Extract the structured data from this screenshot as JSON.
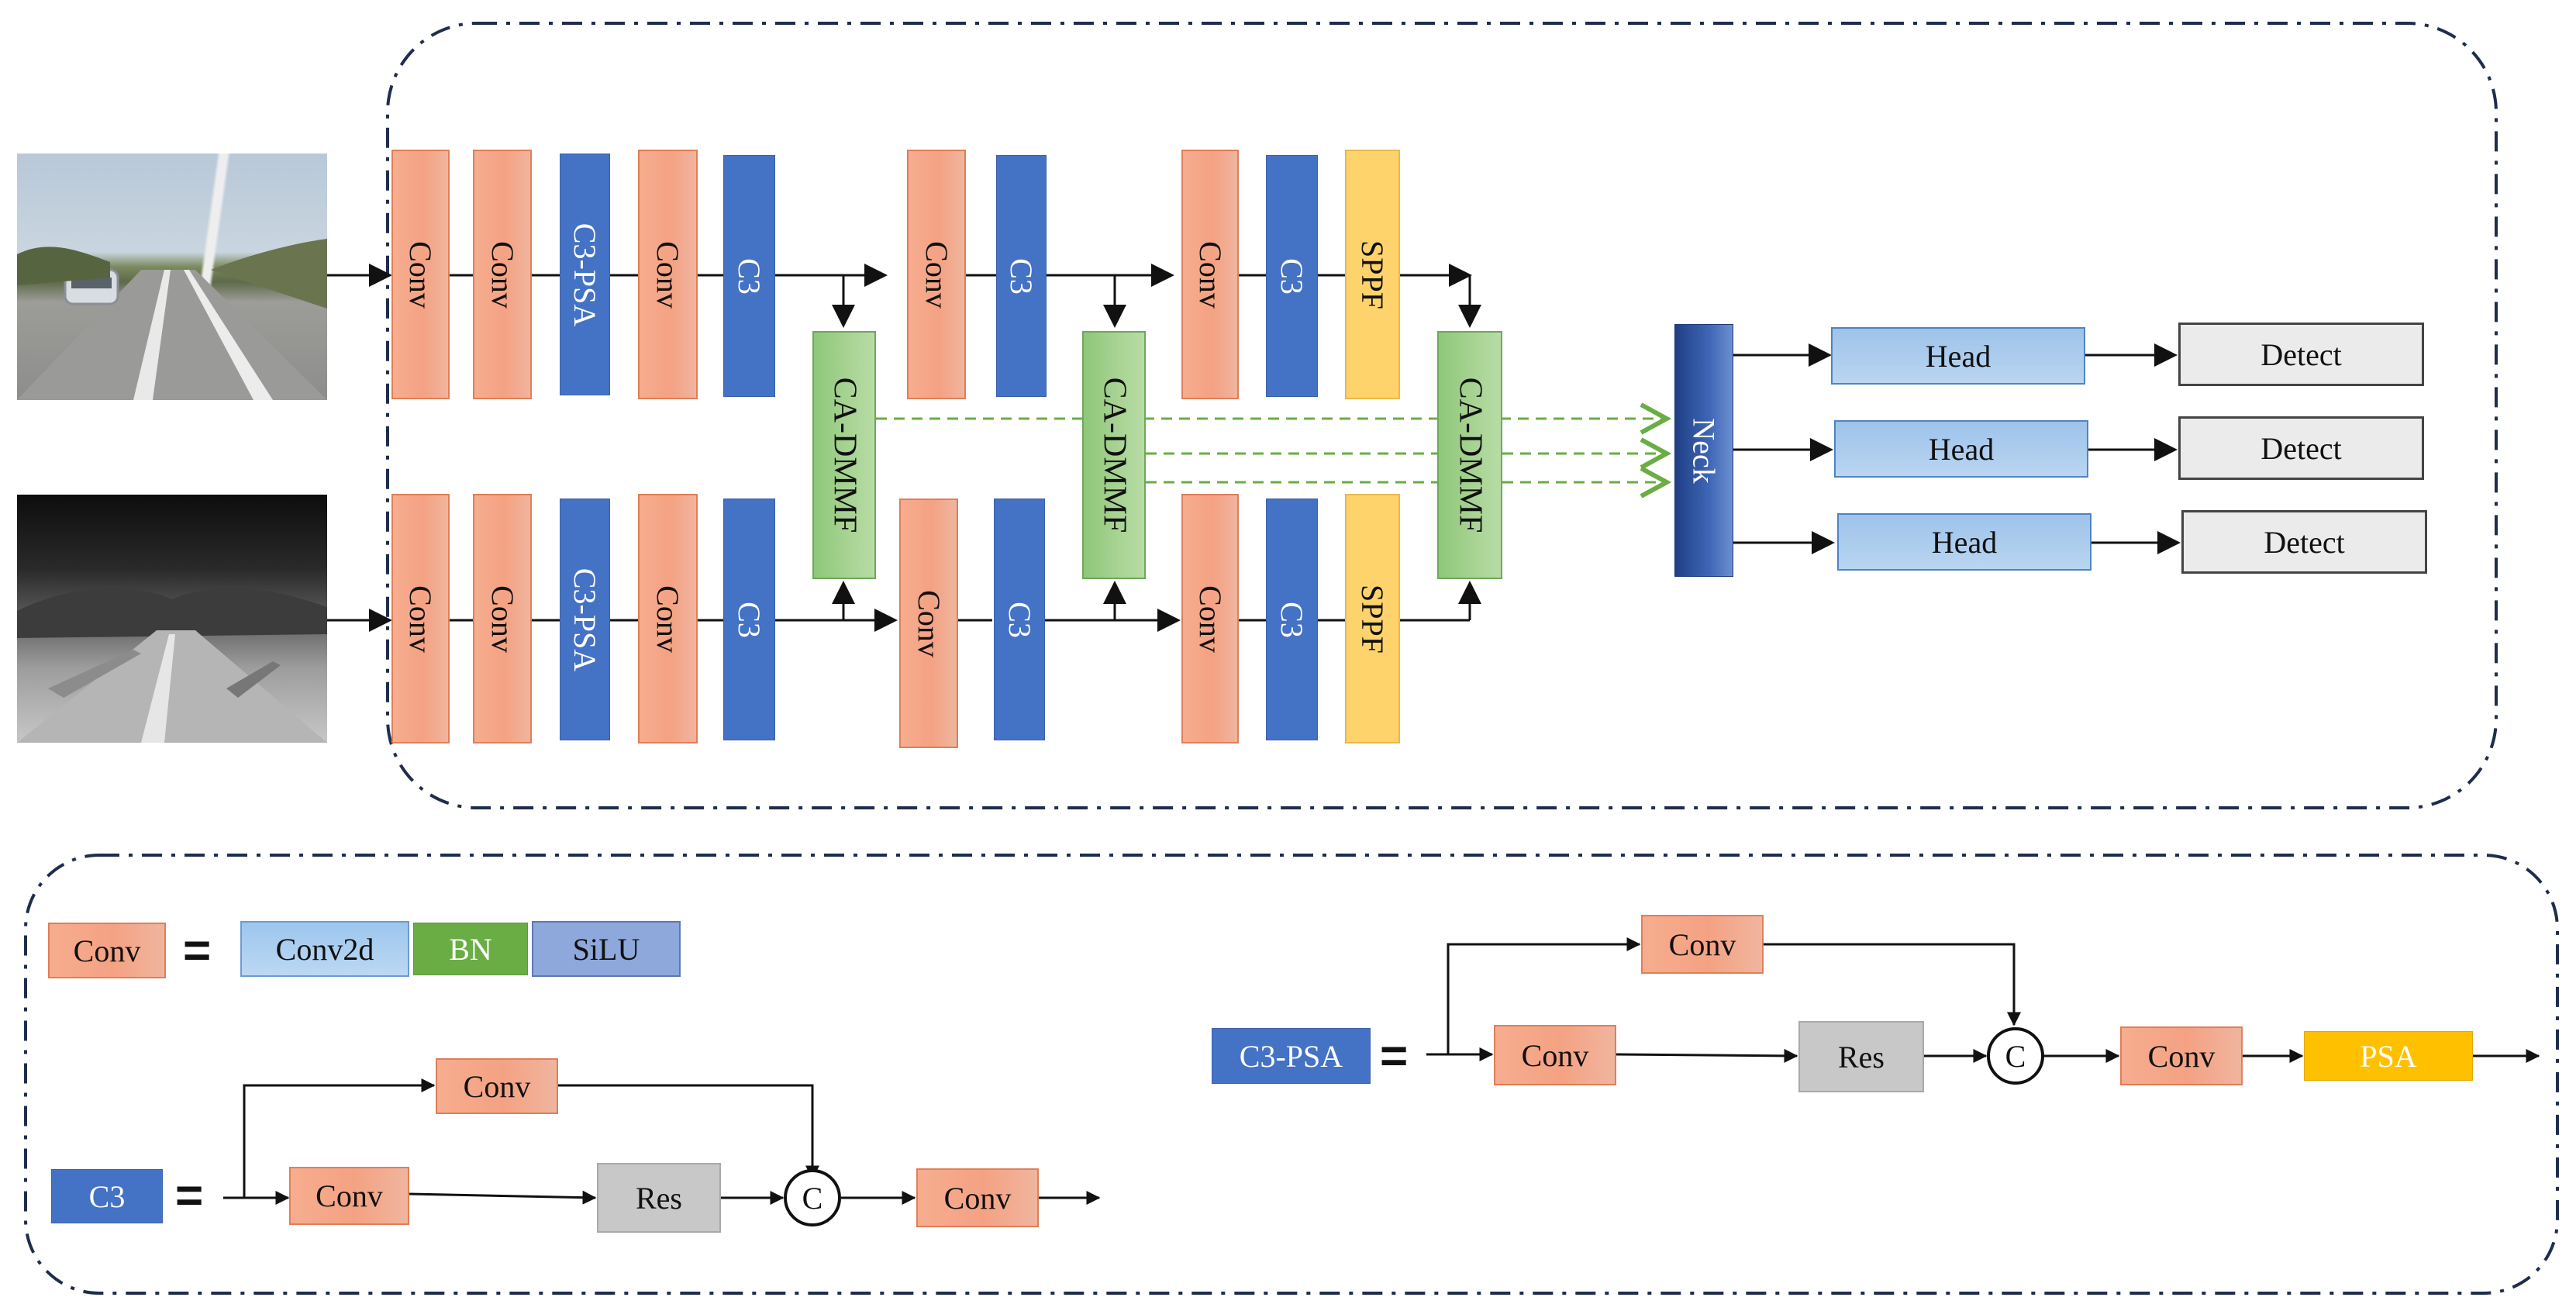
{
  "labels": {
    "conv": "Conv",
    "c3": "C3",
    "c3psa": "C3-PSA",
    "sppf": "SPPF",
    "ca_dmmf": "CA-DMMF",
    "neck": "Neck",
    "head": "Head",
    "detect": "Detect",
    "conv2d": "Conv2d",
    "bn": "BN",
    "silu": "SiLU",
    "res": "Res",
    "concat": "C",
    "psa": "PSA"
  },
  "colors": {
    "conv": "#f4a283",
    "c3": "#4472c4",
    "sppf": "#ffd36b",
    "ca_dmmf": "#a9d494",
    "neck": "#2f55a4",
    "head": "#b0cfee",
    "detect": "#ebebeb",
    "bn": "#6aad45",
    "silu": "#8ea8dc",
    "res": "#c8c8c8",
    "psa": "#ffc000",
    "dashed_arrow": "#6aad45",
    "border": "#1f2d4d"
  },
  "icons": {
    "rgb_input": "road-scene-rgb-image",
    "ir_input": "road-scene-infrared-image"
  }
}
